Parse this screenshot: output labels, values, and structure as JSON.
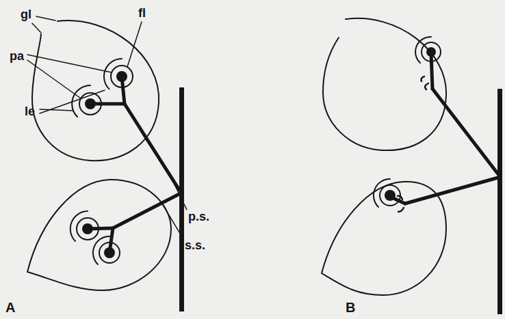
{
  "diagram": {
    "labels": [
      "gl",
      "fl",
      "pa",
      "le",
      "p.s.",
      "s.s.",
      "A",
      "B"
    ]
  }
}
